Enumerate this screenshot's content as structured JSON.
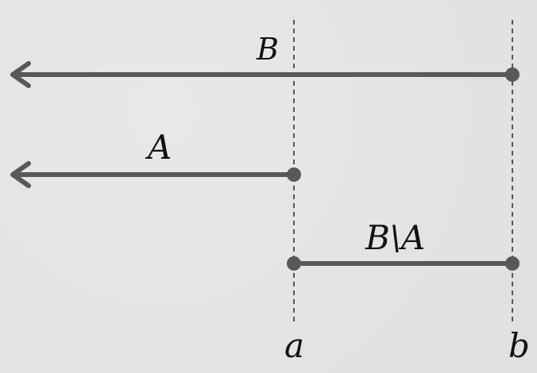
{
  "labels": {
    "b_label": "B",
    "a_label": "A",
    "diff_label": "B\\A",
    "point_a": "a",
    "point_b": "b"
  },
  "colors": {
    "background": "#e3e3e3",
    "stroke": "#585858",
    "guide": "#333333",
    "text": "#111111"
  }
}
